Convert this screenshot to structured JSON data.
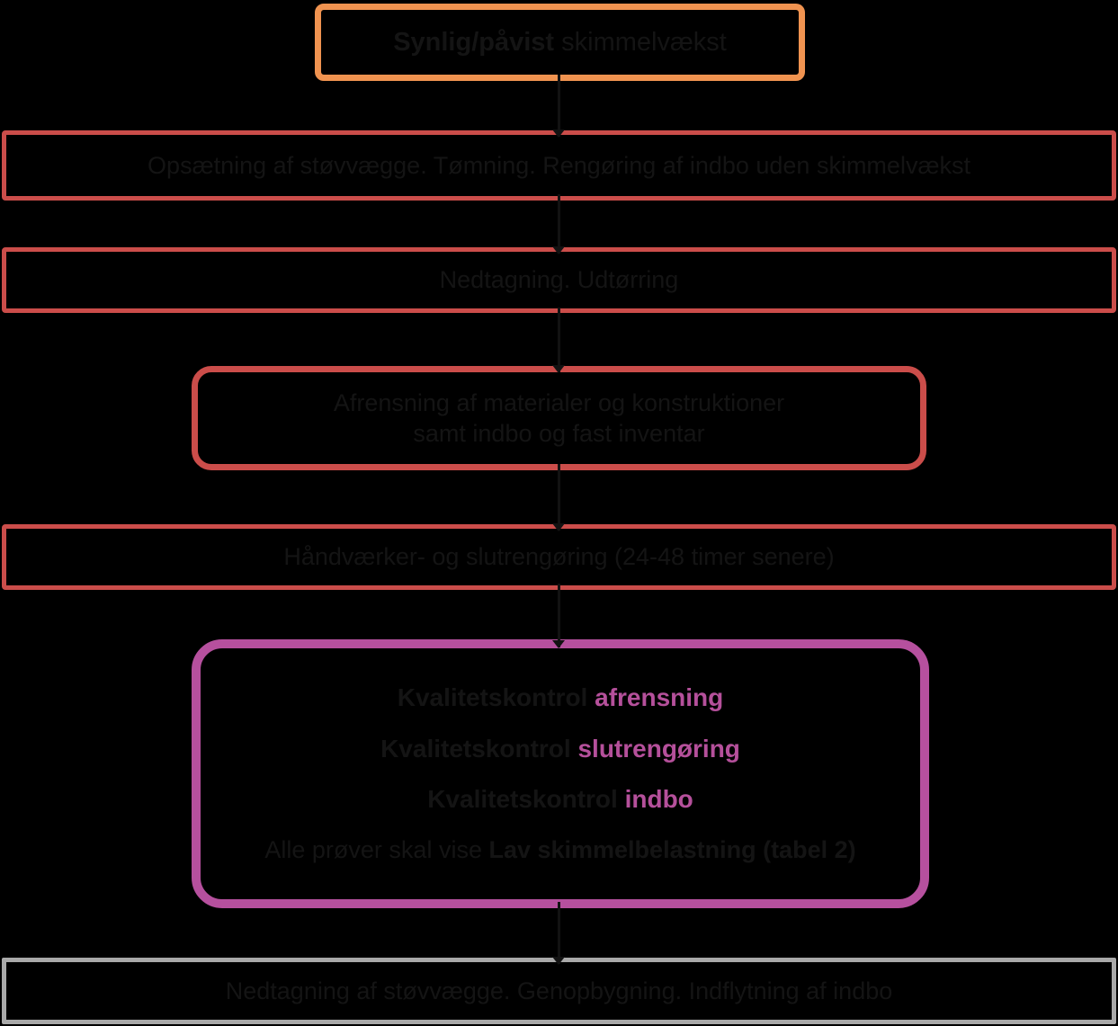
{
  "colors": {
    "background": "#000000",
    "text": "#141414",
    "start_border": "#F09350",
    "step_border": "#CB4D4A",
    "quality_border": "#B6509E",
    "quality_keyword": "#B5509B",
    "final_border": "#A9A9A9",
    "connector": "#121212"
  },
  "boxes": {
    "start": {
      "label_bold": "Synlig/påvist",
      "label_rest": " skimmelvækst"
    },
    "step1": {
      "label": "Opsætning af støvvægge. Tømning. Rengøring af indbo uden skimmelvækst"
    },
    "step2": {
      "label": "Nedtagning. Udtørring"
    },
    "step3": {
      "line1": "Afrensning af materialer og konstruktioner",
      "line2": "samt indbo og fast inventar"
    },
    "step4": {
      "label": "Håndværker- og slutrengøring (24-48 timer senere)"
    },
    "quality": {
      "rows": [
        {
          "prefix": "Kvalitetskontrol ",
          "keyword": "afrensning"
        },
        {
          "prefix": "Kvalitetskontrol ",
          "keyword": "slutrengøring"
        },
        {
          "prefix": "Kvalitetskontrol ",
          "keyword": "indbo"
        }
      ],
      "requirement_prefix": "Alle prøver skal vise ",
      "requirement_bold": "Lav skimmelbelastning (tabel 2)"
    },
    "final": {
      "label": "Nedtagning af støvvægge. Genopbygning. Indflytning af indbo"
    }
  }
}
